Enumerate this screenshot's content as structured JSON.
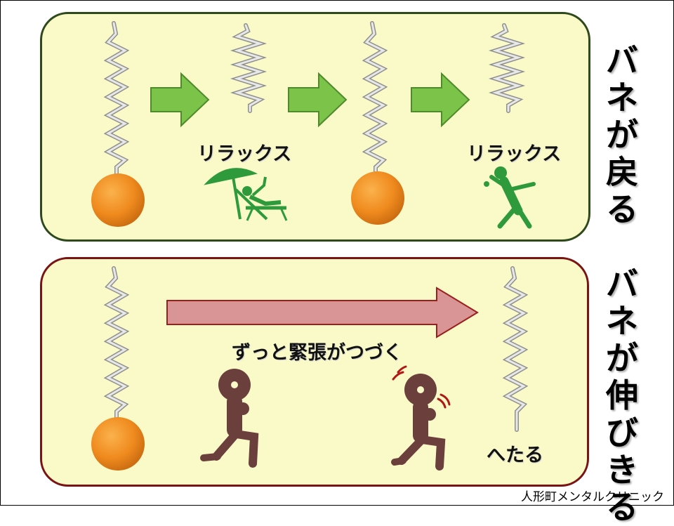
{
  "top": {
    "relax_label_1": "リラックス",
    "relax_label_2": "リラックス",
    "side_title": "バネが戻る"
  },
  "bottom": {
    "tension_label": "ずっと緊張がつづく",
    "exhausted_label": "へたる",
    "side_title": "バネが伸びきる"
  },
  "credit": "人形町メンタルクリニック",
  "colors": {
    "top_border": "#2e4a1d",
    "bottom_border": "#7a1414",
    "panel_fill": "#fafac8",
    "green_arrow": "#7cc34a",
    "pink_arrow": "#d99595",
    "orange_ball": "#f08a1e",
    "figure_green": "#2e9a3c",
    "figure_brown": "#6b3f3c"
  }
}
